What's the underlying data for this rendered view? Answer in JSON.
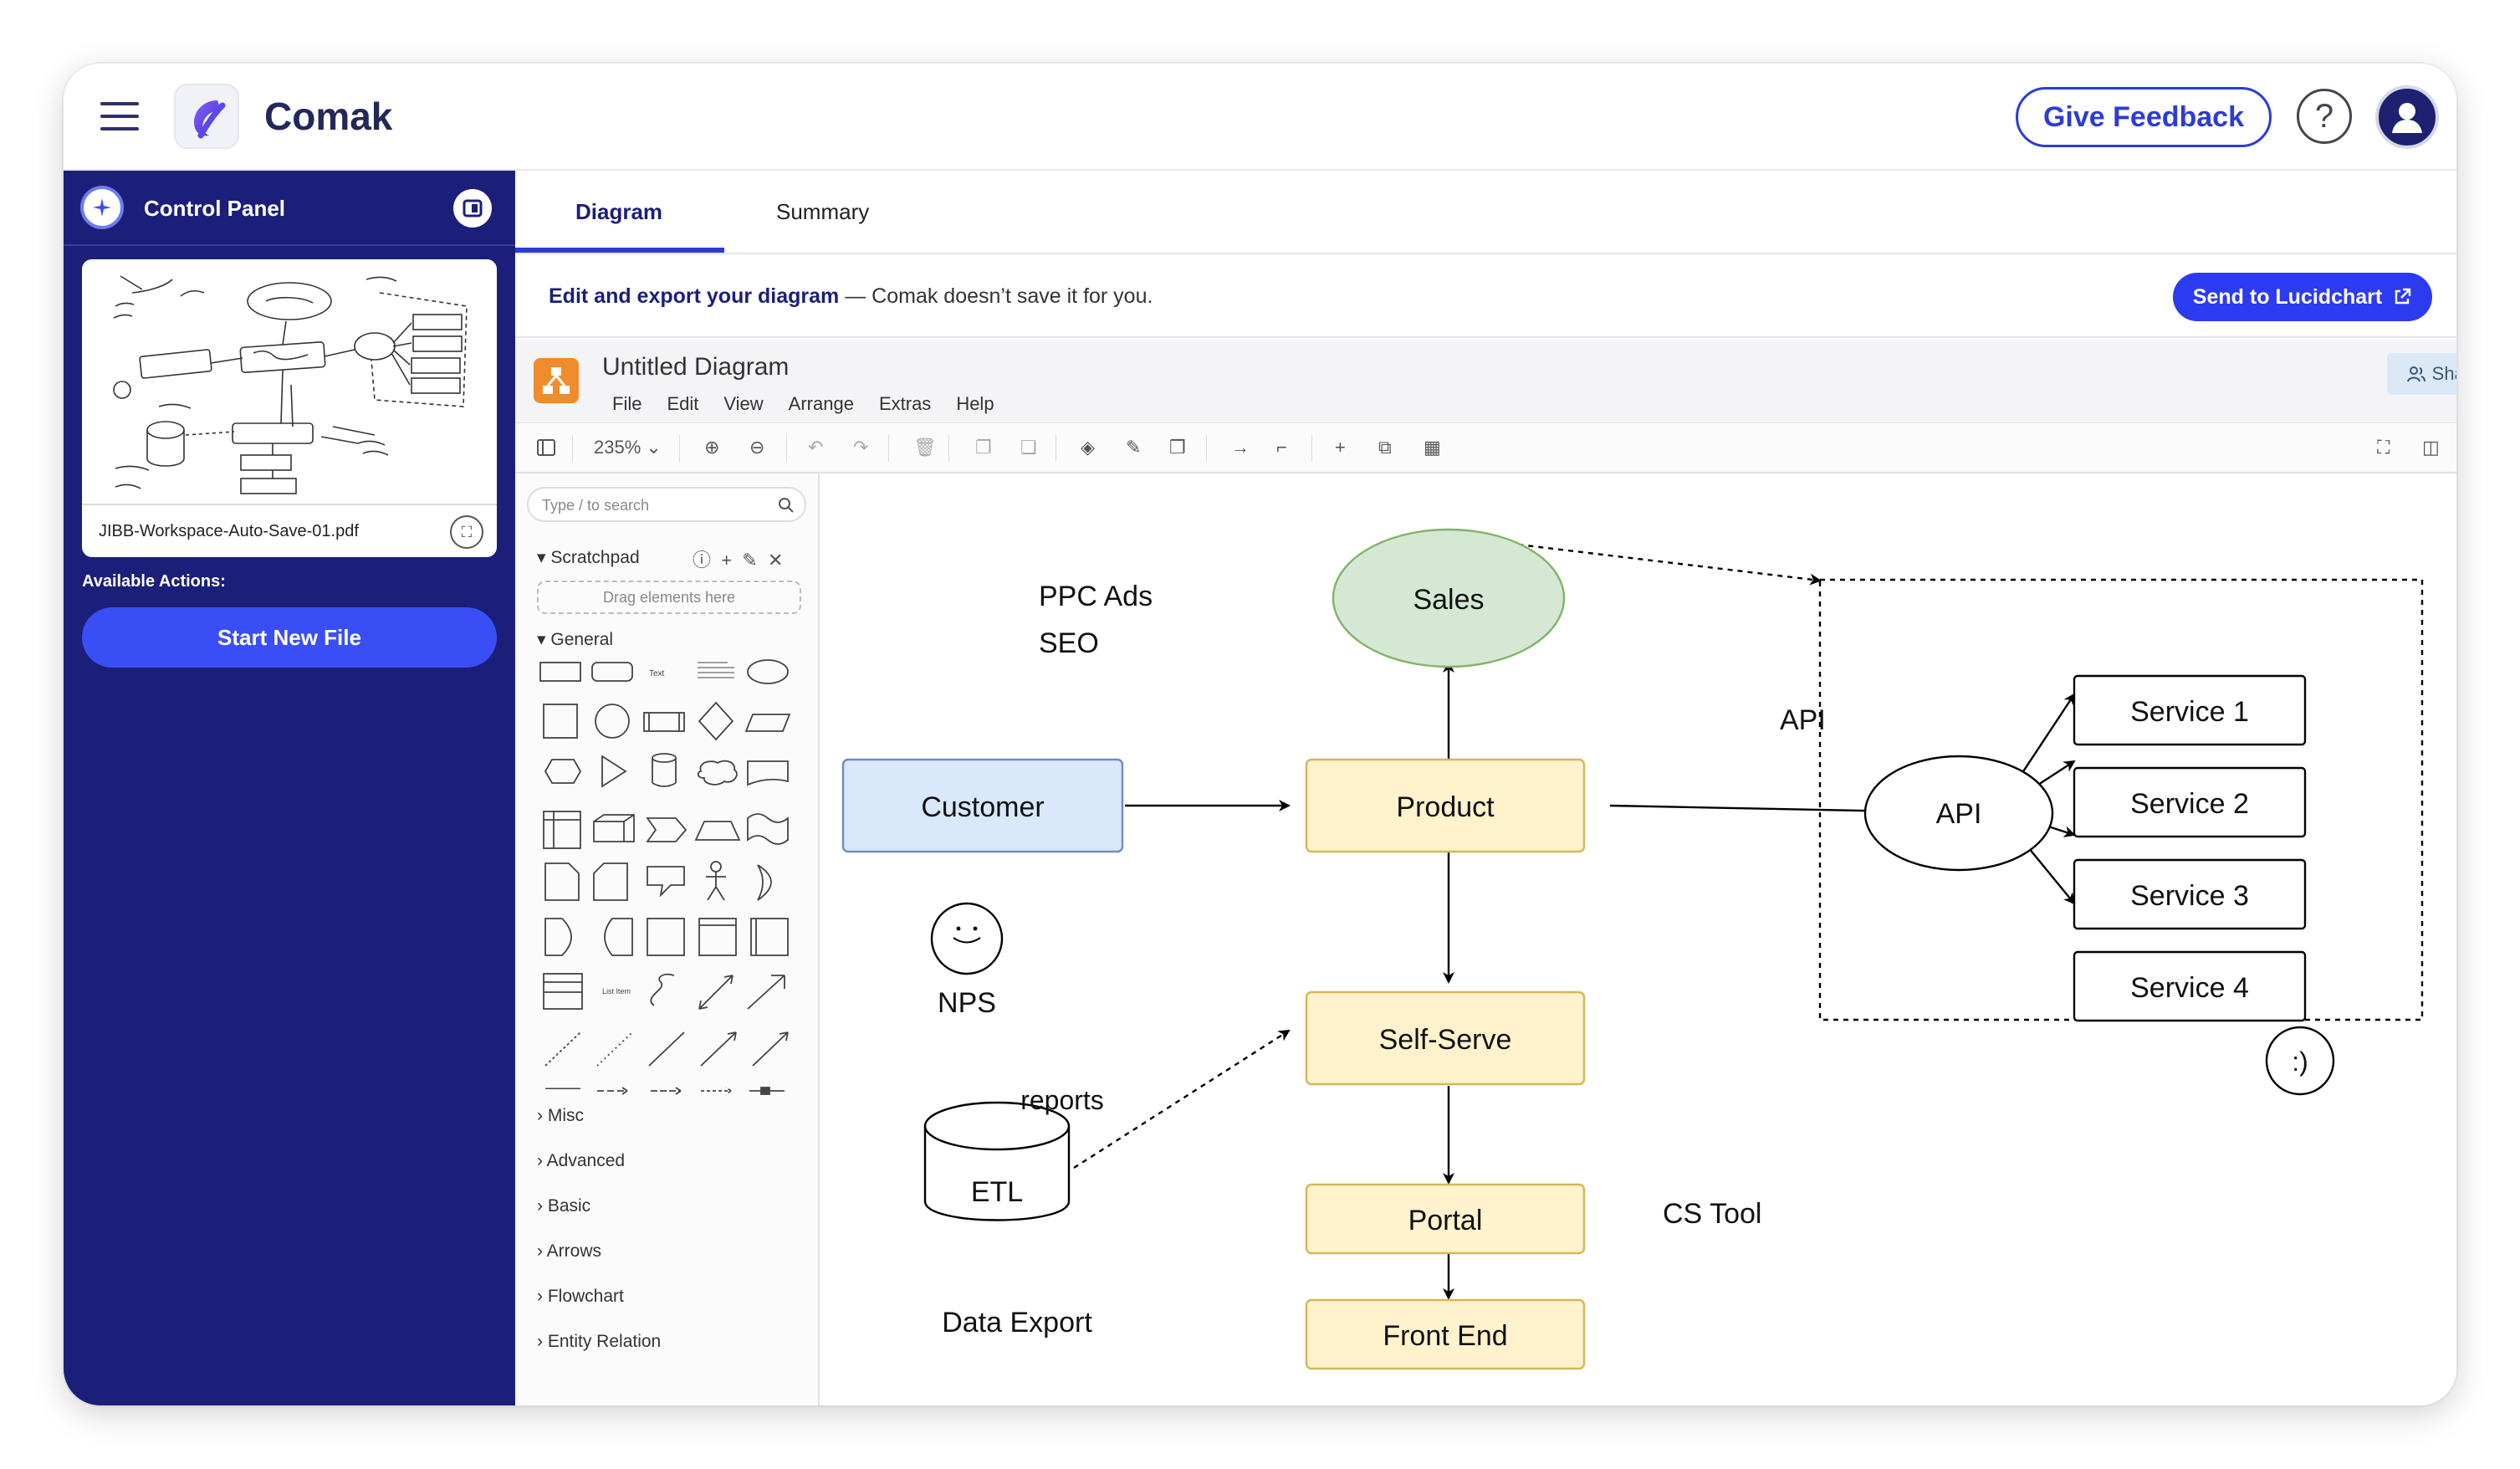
{
  "app": {
    "brand": "Comak",
    "feedback_label": "Give Feedback",
    "help_label": "?"
  },
  "sidebar": {
    "title": "Control Panel",
    "file_name": "JIBB-Workspace-Auto-Save-01.pdf",
    "actions_label": "Available Actions:",
    "start_label": "Start New File"
  },
  "tabs": [
    {
      "label": "Diagram",
      "active": true
    },
    {
      "label": "Summary",
      "active": false
    }
  ],
  "info": {
    "bold": "Edit and export your diagram",
    "rest": " — Comak doesn’t save it for you.",
    "send_label": "Send to Lucidchart"
  },
  "drawio": {
    "title": "Untitled Diagram",
    "menu": [
      "File",
      "Edit",
      "View",
      "Arrange",
      "Extras",
      "Help"
    ],
    "share_label": "Share",
    "zoom": "235%",
    "search_placeholder": "Type / to search",
    "scratchpad": "Scratchpad",
    "scratch_drop": "Drag elements here",
    "general": "General",
    "libraries": [
      "Misc",
      "Advanced",
      "Basic",
      "Arrows",
      "Flowchart",
      "Entity Relation"
    ]
  },
  "diagram": {
    "ppc": "PPC Ads",
    "seo": "SEO",
    "sales": "Sales",
    "customer": "Customer",
    "product": "Product",
    "self_serve": "Self-Serve",
    "portal": "Portal",
    "front_end": "Front End",
    "nps": "NPS",
    "reports": "reports",
    "etl": "ETL",
    "data_export": "Data Export",
    "cs_tool": "CS Tool",
    "api_label": "API",
    "api": "API",
    "services": [
      "Service 1",
      "Service 2",
      "Service 3",
      "Service 4"
    ],
    "smiley": ":)"
  },
  "colors": {
    "brand_navy": "#1b1f7a",
    "accent_blue": "#2d3bd6",
    "sales_fill": "#d5e8d4",
    "customer_fill": "#dae8fc",
    "box_fill": "#fff2cc",
    "box_stroke": "#d6b656"
  }
}
